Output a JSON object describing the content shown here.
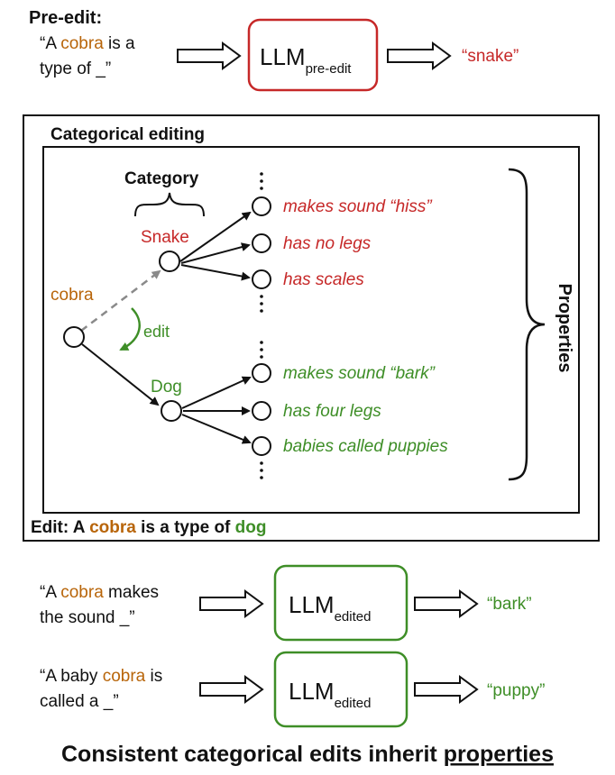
{
  "colors": {
    "red": "#c62828",
    "green": "#3e8e27",
    "orange": "#b8650a",
    "black": "#111111",
    "grey": "#8a8a8a"
  },
  "pre_edit": {
    "heading": "Pre-edit:",
    "prompt_open": "“A ",
    "prompt_subject": "cobra",
    "prompt_rest_line1": " is a",
    "prompt_line2": "type of _”",
    "llm_base": "LLM",
    "llm_sub": "pre-edit",
    "output": "“snake”"
  },
  "categorical": {
    "title": "Categorical editing",
    "category_label": "Category",
    "snake_label": "Snake",
    "dog_label": "Dog",
    "cobra_label": "cobra",
    "edit_label": "edit",
    "properties_label": "Properties",
    "snake_properties": [
      "makes sound “hiss”",
      "has no legs",
      "has scales"
    ],
    "dog_properties": [
      "makes sound “bark”",
      "has four legs",
      "babies called puppies"
    ],
    "caption_prefix": "Edit: A ",
    "caption_subject": "cobra",
    "caption_middle": " is a type of ",
    "caption_object": "dog"
  },
  "query1": {
    "open": "“A ",
    "subject": "cobra",
    "rest_line1": " makes",
    "line2": "the sound _”",
    "llm_base": "LLM",
    "llm_sub": "edited",
    "output": "“bark”"
  },
  "query2": {
    "open": "“A baby ",
    "subject": "cobra",
    "rest_line1": " is",
    "line2": "called a _”",
    "llm_base": "LLM",
    "llm_sub": "edited",
    "output": "“puppy”"
  },
  "footer": {
    "text_main": "Consistent categorical edits inherit ",
    "text_emph": "properties"
  }
}
